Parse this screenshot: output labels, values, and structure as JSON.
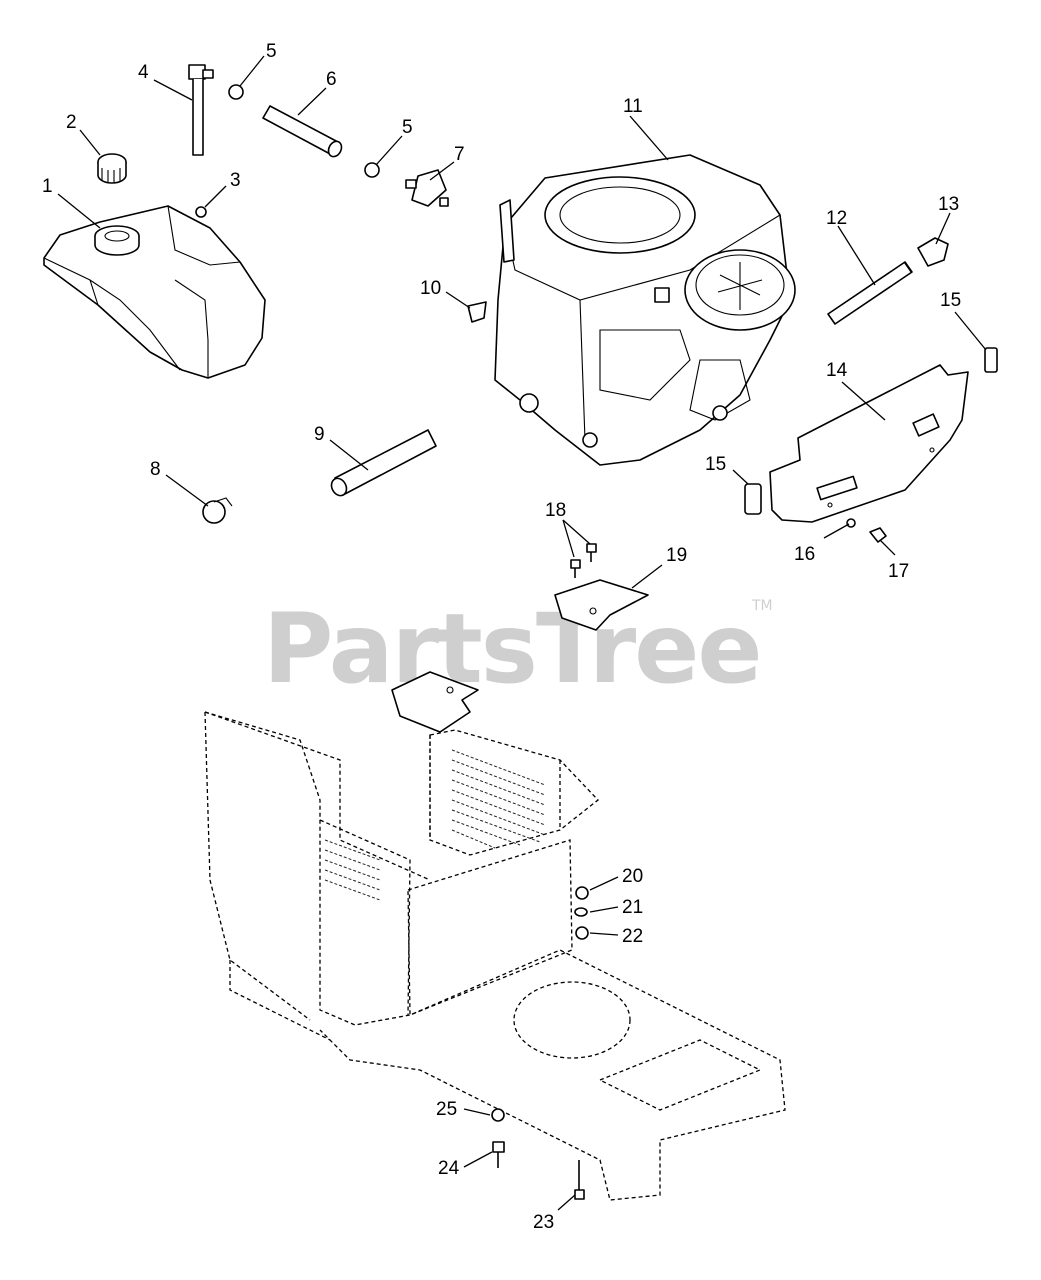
{
  "watermark": {
    "text": "PartsTree",
    "trademark": "TM"
  },
  "callouts": [
    "1",
    "2",
    "3",
    "4",
    "5",
    "6",
    "5",
    "7",
    "11",
    "10",
    "9",
    "8",
    "12",
    "13",
    "15",
    "14",
    "15",
    "16",
    "17",
    "18",
    "19",
    "20",
    "21",
    "22",
    "25",
    "24",
    "23"
  ]
}
